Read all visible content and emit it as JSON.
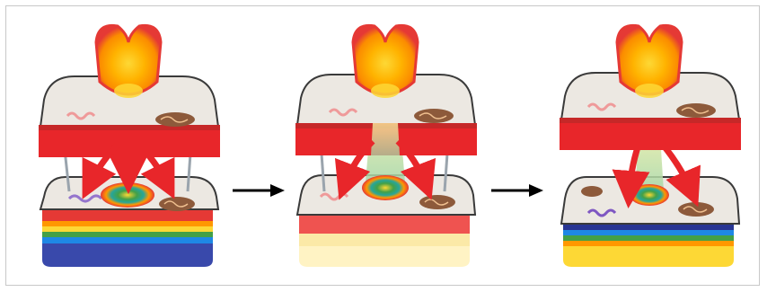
{
  "diagram": {
    "panels": [
      {
        "id": "stage-1",
        "bottom_layers": [
          "#e53935",
          "#ff9800",
          "#fdd835",
          "#43a047",
          "#1e88e5",
          "#3949ab"
        ]
      },
      {
        "id": "stage-2",
        "bottom_layers": [
          "#ef5350",
          "#fbe9a7",
          "#fff3c4"
        ]
      },
      {
        "id": "stage-3",
        "bottom_layers": [
          "#e53935",
          "#ff9800",
          "#fdd835",
          "#43a047",
          "#1e88e5",
          "#283593"
        ]
      }
    ],
    "arrows": [
      {
        "id": "arrow-1-2"
      },
      {
        "id": "arrow-2-3"
      }
    ],
    "colors": {
      "cell_top": "#ece8e2",
      "cell_edge": "#3a3a3a",
      "red_band": "#e8262a",
      "flower_outer": "#e53935",
      "flower_inner": "#ffb300",
      "flower_core": "#fdd835",
      "arrow": "#000000"
    }
  }
}
